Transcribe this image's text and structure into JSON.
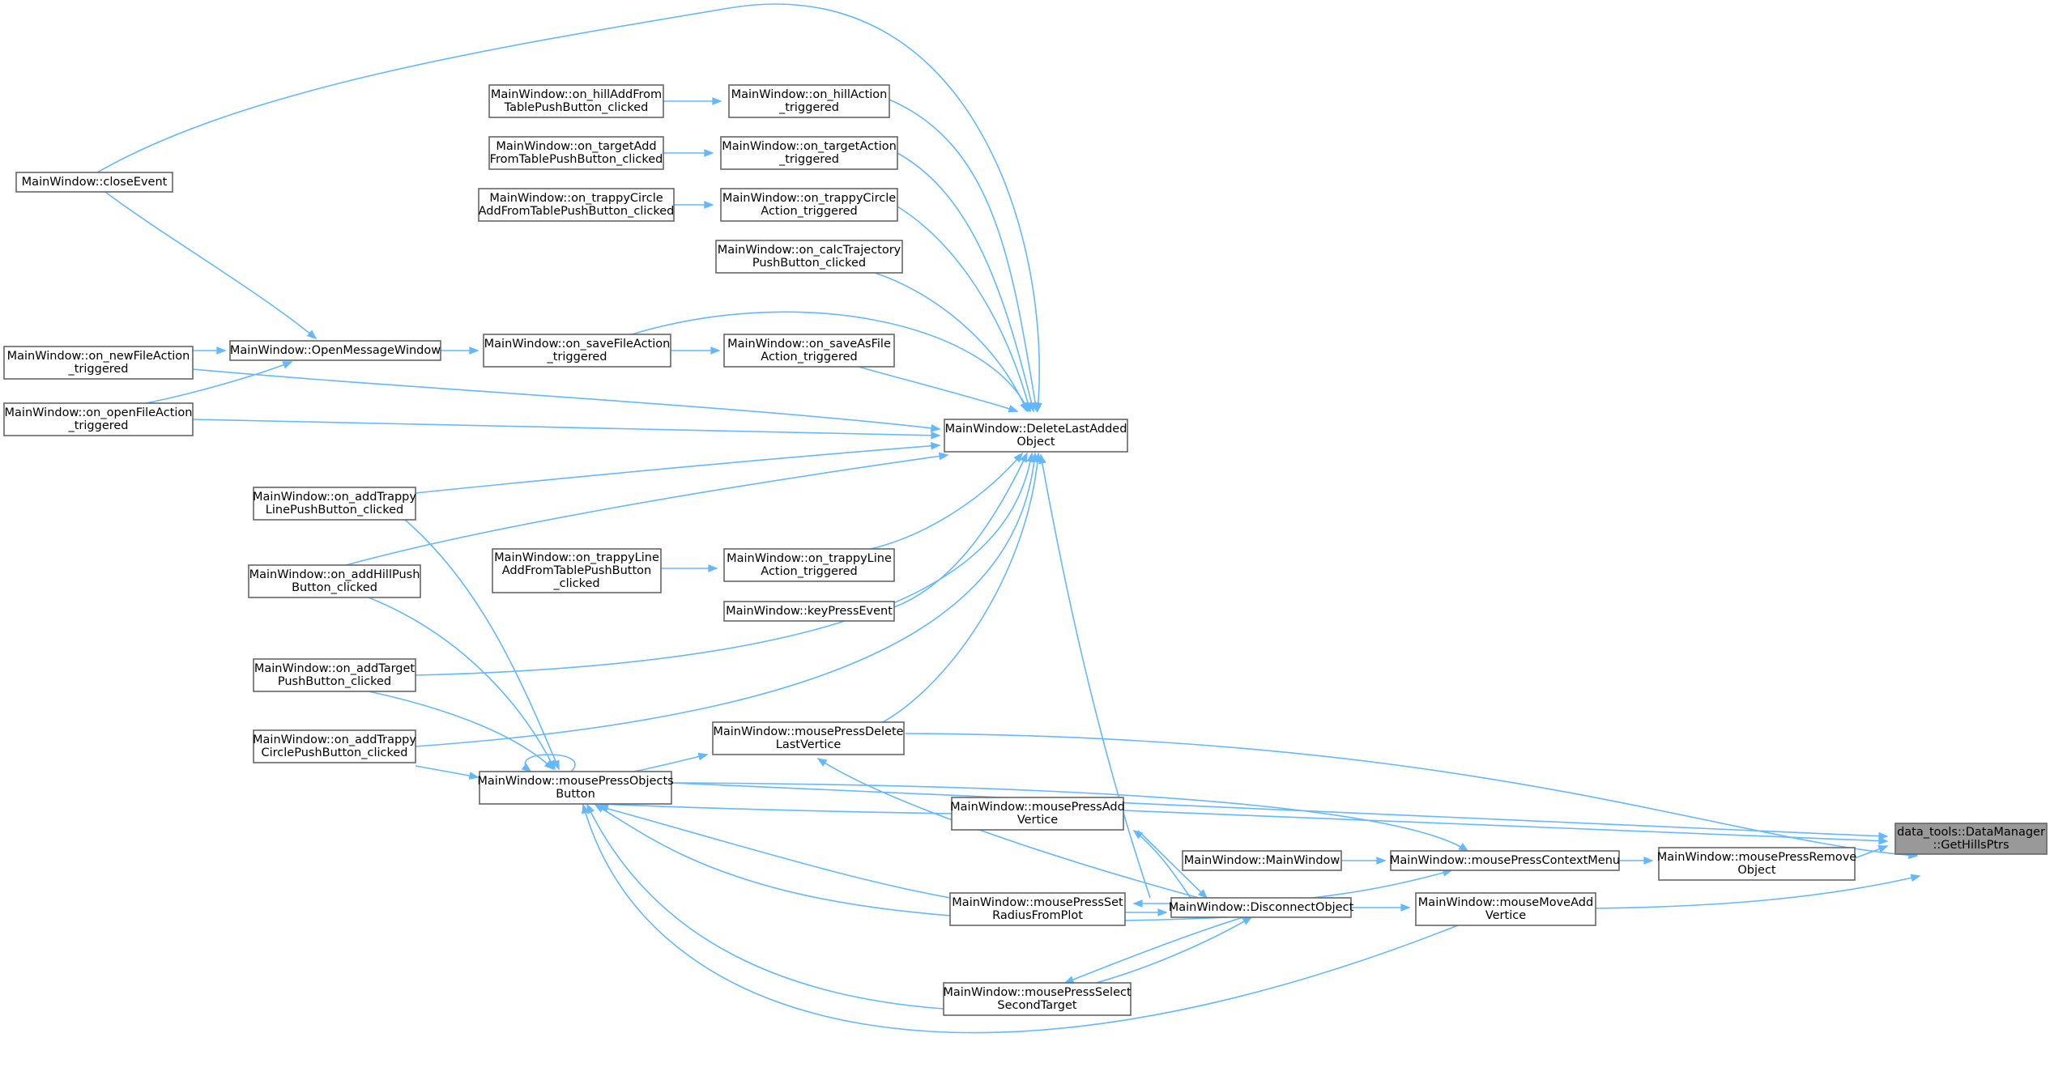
{
  "graph": {
    "nodes": [
      {
        "id": "gethills",
        "lines": [
          "data_tools::DataManager",
          "::GetHillsPtrs"
        ],
        "root": true
      },
      {
        "id": "deletelast",
        "lines": [
          "MainWindow::DeleteLastAdded",
          "Object"
        ]
      },
      {
        "id": "hillaction",
        "lines": [
          "MainWindow::on_hillAction",
          "_triggered"
        ]
      },
      {
        "id": "hilladd",
        "lines": [
          "MainWindow::on_hillAddFrom",
          "TablePushButton_clicked"
        ]
      },
      {
        "id": "targetaction",
        "lines": [
          "MainWindow::on_targetAction",
          "_triggered"
        ]
      },
      {
        "id": "targetadd",
        "lines": [
          "MainWindow::on_targetAdd",
          "FromTablePushButton_clicked"
        ]
      },
      {
        "id": "trappycircleaction",
        "lines": [
          "MainWindow::on_trappyCircle",
          "Action_triggered"
        ]
      },
      {
        "id": "trappycircleadd",
        "lines": [
          "MainWindow::on_trappyCircle",
          "AddFromTablePushButton_clicked"
        ]
      },
      {
        "id": "calctraj",
        "lines": [
          "MainWindow::on_calcTrajectory",
          "PushButton_clicked"
        ]
      },
      {
        "id": "saveas",
        "lines": [
          "MainWindow::on_saveAsFile",
          "Action_triggered"
        ]
      },
      {
        "id": "savefile",
        "lines": [
          "MainWindow::on_saveFileAction",
          "_triggered"
        ]
      },
      {
        "id": "openmsg",
        "lines": [
          "MainWindow::OpenMessageWindow"
        ]
      },
      {
        "id": "closeevent",
        "lines": [
          "MainWindow::closeEvent"
        ]
      },
      {
        "id": "newfile",
        "lines": [
          "MainWindow::on_newFileAction",
          "_triggered"
        ]
      },
      {
        "id": "openfile",
        "lines": [
          "MainWindow::on_openFileAction",
          "_triggered"
        ]
      },
      {
        "id": "addtrappyline",
        "lines": [
          "MainWindow::on_addTrappy",
          "LinePushButton_clicked"
        ]
      },
      {
        "id": "addhill",
        "lines": [
          "MainWindow::on_addHillPush",
          "Button_clicked"
        ]
      },
      {
        "id": "trappylineaction",
        "lines": [
          "MainWindow::on_trappyLine",
          "Action_triggered"
        ]
      },
      {
        "id": "trappylineadd",
        "lines": [
          "MainWindow::on_trappyLine",
          "AddFromTablePushButton",
          "_clicked"
        ]
      },
      {
        "id": "keypress",
        "lines": [
          "MainWindow::keyPressEvent"
        ]
      },
      {
        "id": "addtarget",
        "lines": [
          "MainWindow::on_addTarget",
          "PushButton_clicked"
        ]
      },
      {
        "id": "addtrappycircle",
        "lines": [
          "MainWindow::on_addTrappy",
          "CirclePushButton_clicked"
        ]
      },
      {
        "id": "mpdelete",
        "lines": [
          "MainWindow::mousePressDelete",
          "LastVertice"
        ]
      },
      {
        "id": "mpobjects",
        "lines": [
          "MainWindow::mousePressObjects",
          "Button"
        ]
      },
      {
        "id": "mpadd",
        "lines": [
          "MainWindow::mousePressAdd",
          "Vertice"
        ]
      },
      {
        "id": "mainwindow",
        "lines": [
          "MainWindow::MainWindow"
        ]
      },
      {
        "id": "mpcontext",
        "lines": [
          "MainWindow::mousePressContextMenu"
        ]
      },
      {
        "id": "mpremove",
        "lines": [
          "MainWindow::mousePressRemove",
          "Object"
        ]
      },
      {
        "id": "mpsetradius",
        "lines": [
          "MainWindow::mousePressSet",
          "RadiusFromPlot"
        ]
      },
      {
        "id": "disconnect",
        "lines": [
          "MainWindow::DisconnectObject"
        ]
      },
      {
        "id": "mmadd",
        "lines": [
          "MainWindow::mouseMoveAdd",
          "Vertice"
        ]
      },
      {
        "id": "mpselect",
        "lines": [
          "MainWindow::mousePressSelect",
          "SecondTarget"
        ]
      }
    ]
  }
}
